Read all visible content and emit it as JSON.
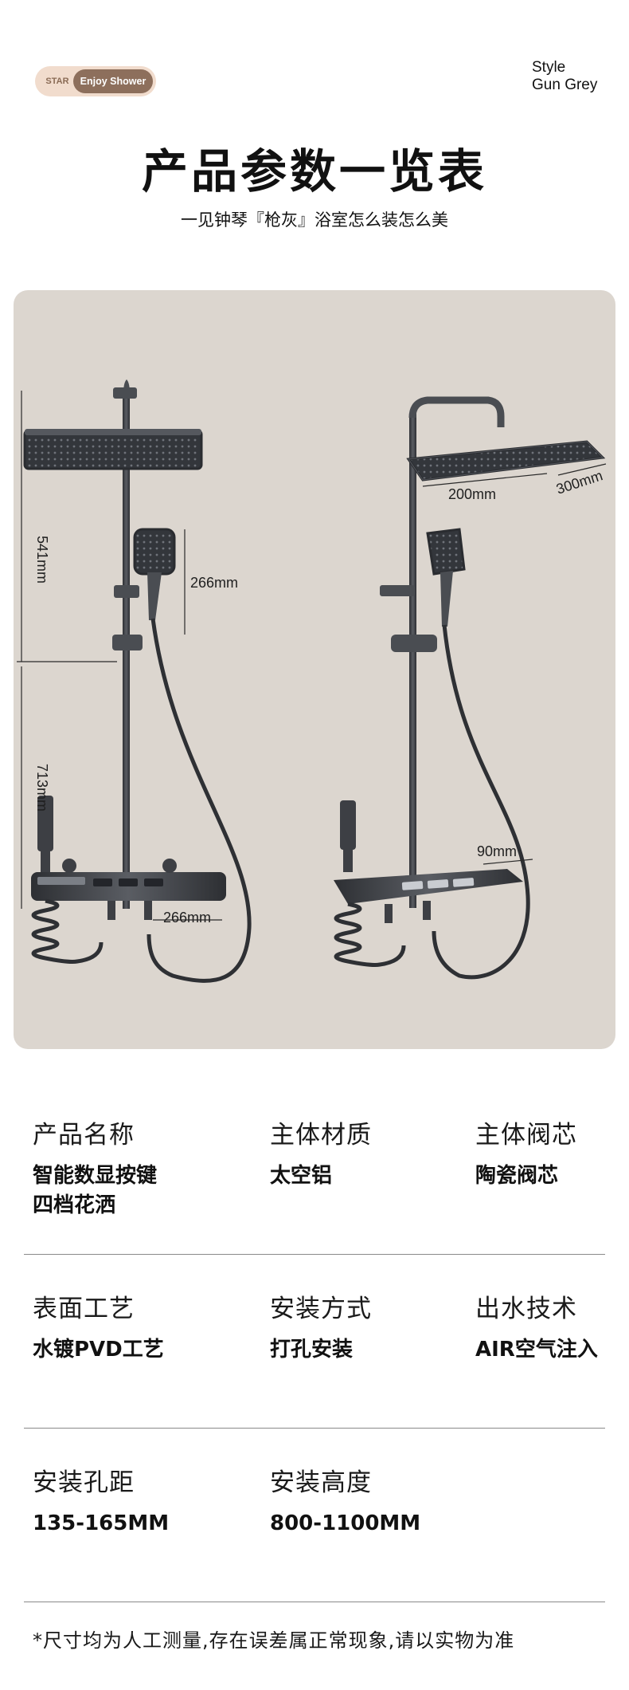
{
  "badge": {
    "star": "STAR",
    "enjoy": "Enjoy Shower"
  },
  "style": {
    "line1": "Style",
    "line2": "Gun Grey"
  },
  "title": "产品参数一览表",
  "subtitle": "一见钟琴『枪灰』浴室怎么装怎么美",
  "dimensions": {
    "upper_height": "541mm",
    "lower_height": "713mm",
    "handheld_height": "266mm",
    "console_width": "266mm",
    "head_width": "200mm",
    "head_depth": "300mm",
    "shelf_depth": "90mm"
  },
  "colors": {
    "panel": "#dcd6cf",
    "fixture": "#3d3f44",
    "badge_bg": "#f1dccd",
    "badge_pill": "#8d6f5c"
  },
  "specs": [
    [
      {
        "label": "产品名称",
        "value": "智能数显按键\n四档花洒"
      },
      {
        "label": "主体材质",
        "value": "太空铝"
      },
      {
        "label": "主体阀芯",
        "value": "陶瓷阀芯"
      }
    ],
    [
      {
        "label": "表面工艺",
        "value": "水镀PVD工艺"
      },
      {
        "label": "安装方式",
        "value": "打孔安装"
      },
      {
        "label": "出水技术",
        "value": "AIR空气注入"
      }
    ],
    [
      {
        "label": "安装孔距",
        "value": "135-165MM"
      },
      {
        "label": "安装高度",
        "value": "800-1100MM"
      }
    ]
  ],
  "footnote": "*尺寸均为人工测量,存在误差属正常现象,请以实物为准"
}
